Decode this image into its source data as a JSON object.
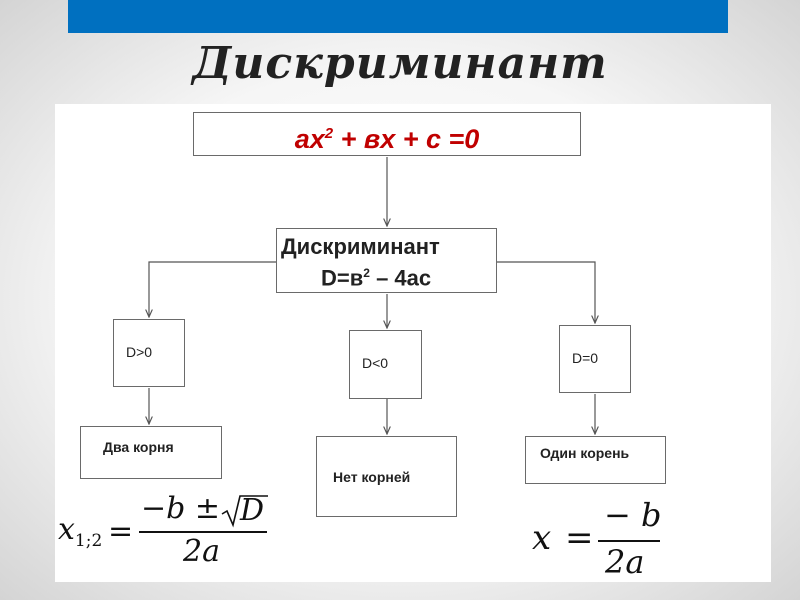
{
  "slide": {
    "title": "Дискриминант",
    "accent_color": "#0070c0"
  },
  "equation": {
    "lhs": "ax",
    "power": "2",
    "rhs": " + вх + с =0",
    "color": "#c00000"
  },
  "discriminant": {
    "line1": "Дискриминант",
    "formula_lhs": "D=в",
    "formula_power": "2",
    "formula_rhs": " – 4ас"
  },
  "cases": [
    {
      "condition": "D>0",
      "result": "Два корня"
    },
    {
      "condition": "D<0",
      "result": "Нет корней"
    },
    {
      "condition": "D=0",
      "result": "Один корень"
    }
  ],
  "formulas": {
    "two_roots": {
      "lhs_var": "x",
      "lhs_sub": "1;2",
      "equals": "=",
      "numerator": "−b ±",
      "radicand": "D",
      "denominator": "2a"
    },
    "one_root": {
      "lhs_var": "x",
      "equals": "=",
      "numerator": "− b",
      "denominator": "2a"
    }
  }
}
